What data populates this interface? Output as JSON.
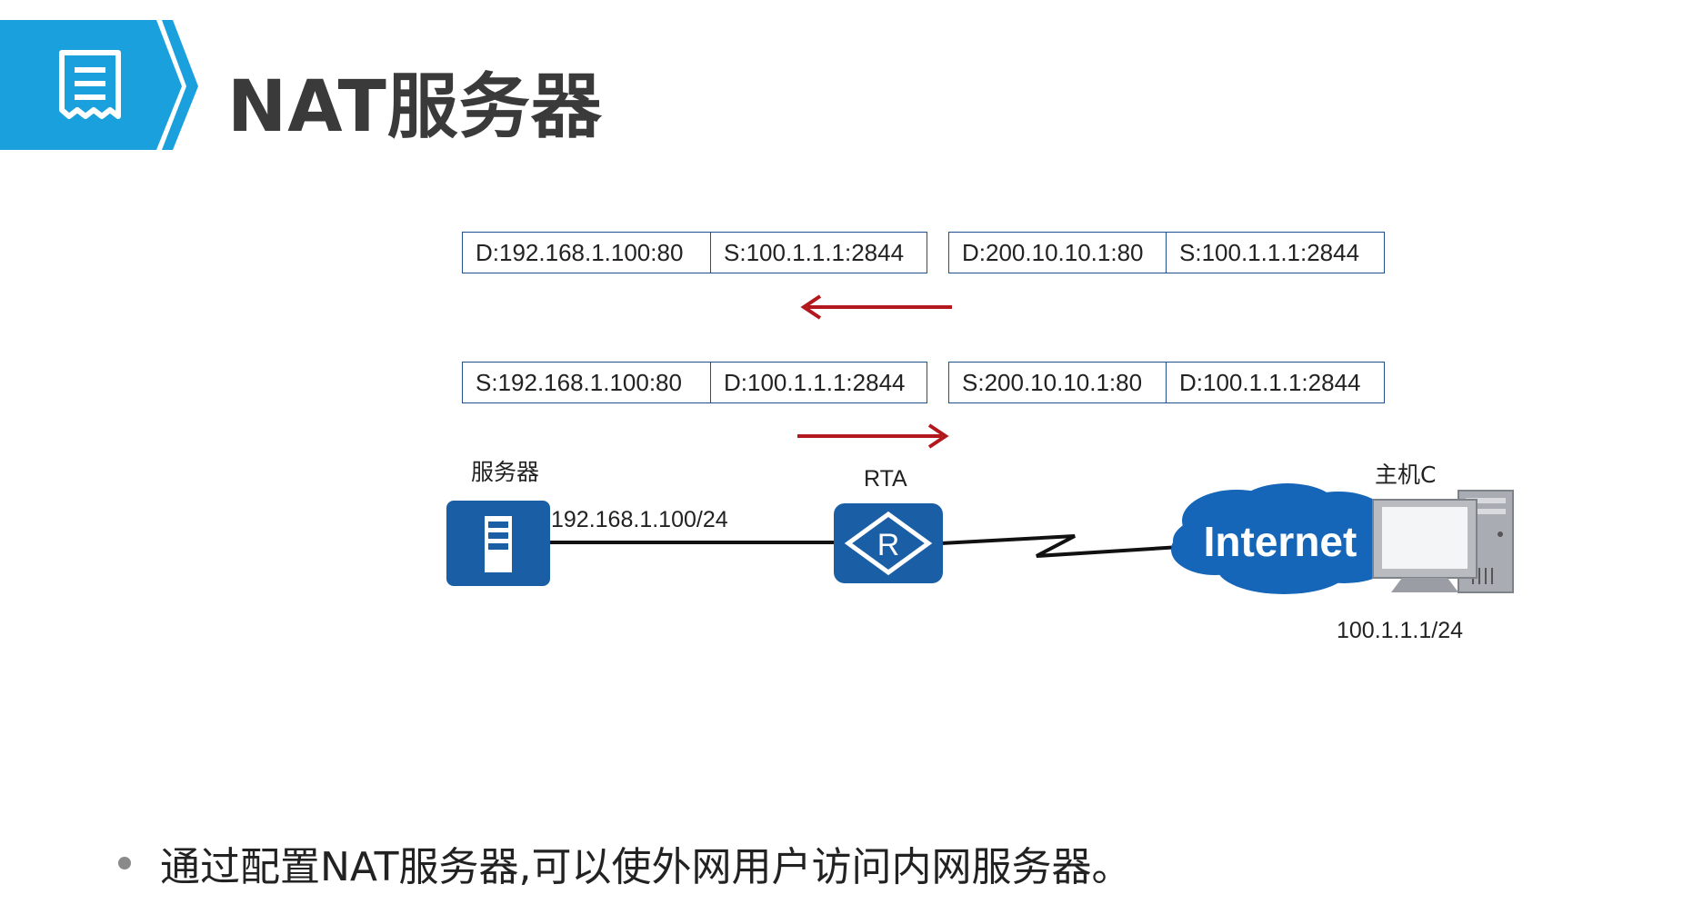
{
  "title": "NAT服务器",
  "colors": {
    "accent": "#1aa0dc",
    "device_blue": "#1a5fa5",
    "cloud_blue": "#1565b8",
    "arrow_red": "#b3181f",
    "box_border": "#1f4f8f"
  },
  "icons": [
    "document-icon",
    "server-icon",
    "router-icon",
    "internet-cloud-icon",
    "computer-icon"
  ],
  "packets": {
    "top_left": {
      "d": "D:192.168.1.100:80",
      "s": "S:100.1.1.1:2844"
    },
    "top_right": {
      "d": "D:200.10.10.1:80",
      "s": "S:100.1.1.1:2844"
    },
    "bottom_left": {
      "s": "S:192.168.1.100:80",
      "d": "D:100.1.1.1:2844"
    },
    "bottom_right": {
      "s": "S:200.10.10.1:80",
      "d": "D:100.1.1.1:2844"
    }
  },
  "devices": {
    "server_label": "服务器",
    "server_ip": "192.168.1.100/24",
    "router_label": "RTA",
    "internet_label": "Internet",
    "host_label": "主机C",
    "host_ip": "100.1.1.1/24"
  },
  "bullet": "通过配置NAT服务器,可以使外网用户访问内网服务器。"
}
